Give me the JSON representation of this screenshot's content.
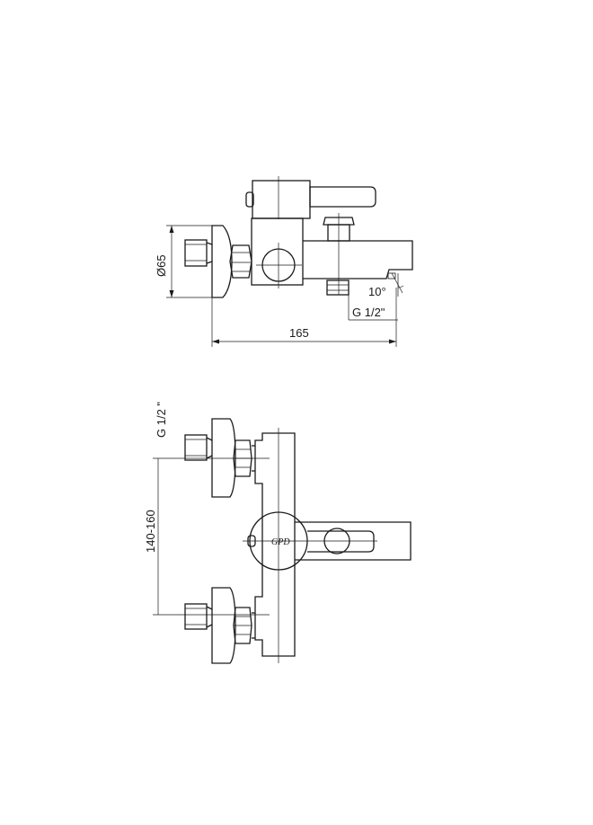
{
  "dimensions": {
    "diameter_label": "Ø65",
    "width_label": "165",
    "outlet_thread_label": "G 1/2\"",
    "angle_label": "10°",
    "inlet_thread_label": "G 1/2 \"",
    "centers_label": "140-160"
  },
  "logo_text": "GPD"
}
